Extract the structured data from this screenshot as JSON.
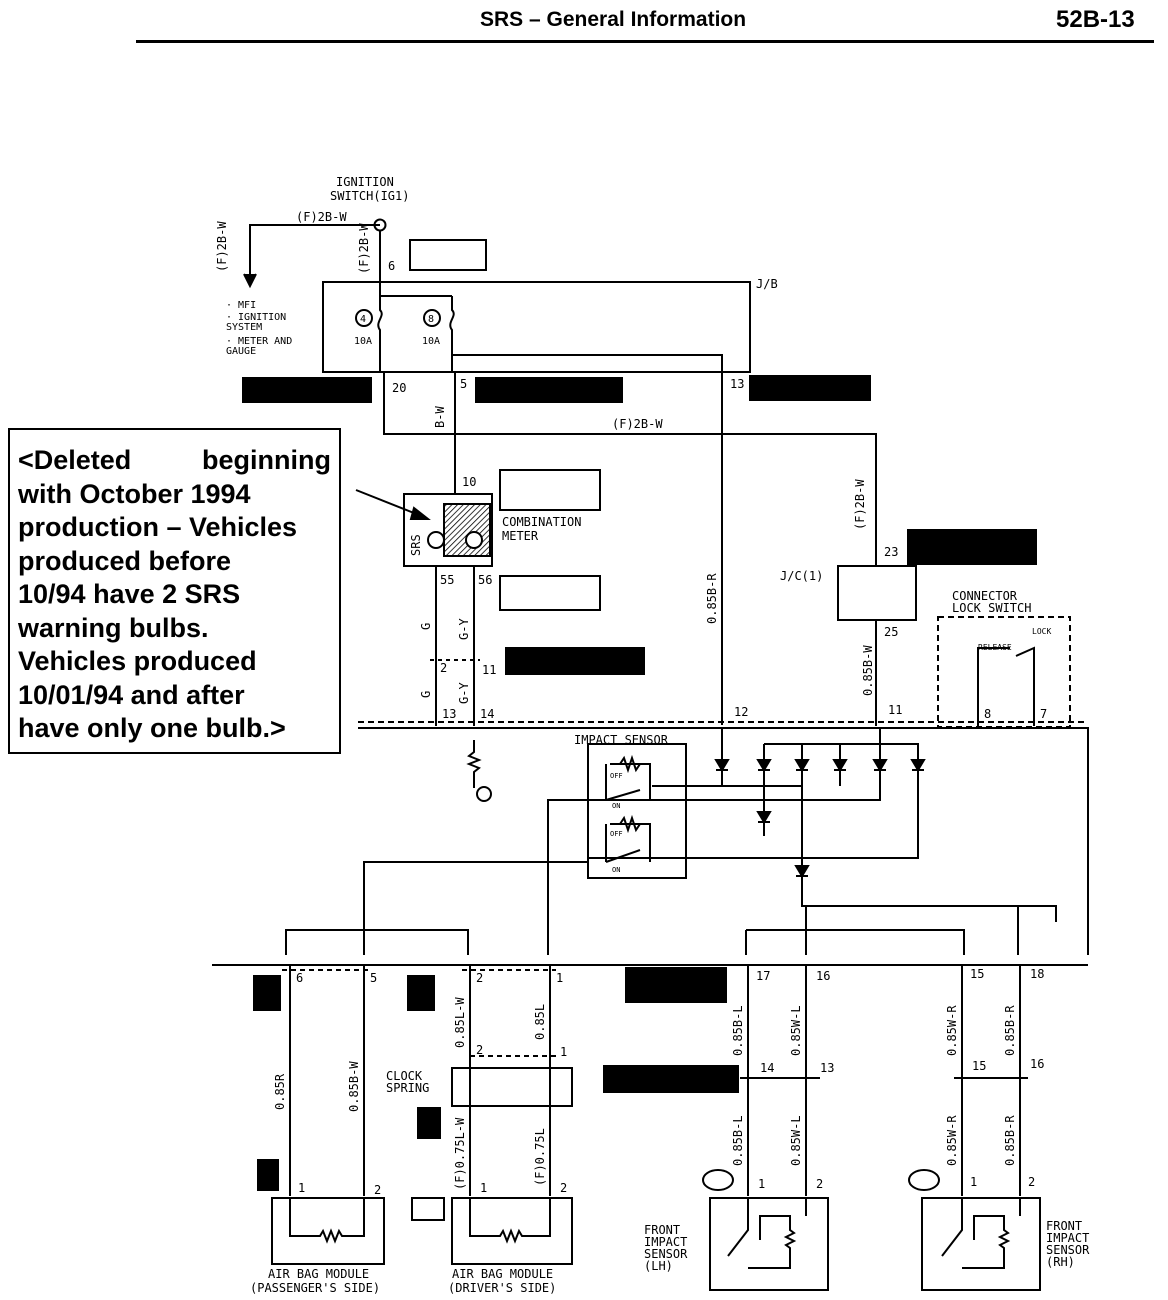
{
  "header": {
    "title": "SRS – General Information",
    "page": "52B-13"
  },
  "note": {
    "lines": [
      "<Deleted  beginning",
      "with October 1994",
      "production – Vehicles",
      "produced before",
      "10/94 have 2 SRS",
      "warning bulbs.",
      "Vehicles produced",
      "10/01/94 and after",
      "have only one bulb.>"
    ]
  },
  "labels": {
    "ignition_switch_1": "IGNITION",
    "ignition_switch_2": "SWITCH(IG1)",
    "wire_f2bw": "(F)2B-W",
    "wire_f2bw_short": "(F)2B-W",
    "dest_1": "· MFI",
    "dest_2": "· IGNITION",
    "dest_3": "  SYSTEM",
    "dest_4": "· METER AND",
    "dest_5": "  GAUGE",
    "jb": "J/B",
    "fuse_4": "4",
    "fuse_8": "8",
    "fuse_10a_a": "10A",
    "fuse_10a_b": "10A",
    "wire_bw": "B-W",
    "combination_meter_1": "COMBINATION",
    "combination_meter_2": "METER",
    "srs": "SRS",
    "jc1": "J/C(1)",
    "connector_lock_1": "CONNECTOR",
    "connector_lock_2": "LOCK SWITCH",
    "lock": "LOCK",
    "release": "RELEASE",
    "wire_g": "G",
    "wire_gy": "G-Y",
    "wire_085br": "0.85B-R",
    "wire_085bw": "0.85B-W",
    "impact_sensor": "IMPACT SENSOR",
    "off": "OFF",
    "on": "ON",
    "clock_spring_1": "CLOCK",
    "clock_spring_2": "SPRING",
    "wire_085r": "0.85R",
    "wire_085lw": "0.85L-W",
    "wire_085l": "0.85L",
    "wire_f075lw": "(F)0.75L-W",
    "wire_f075l": "(F)0.75L",
    "wire_085bl": "0.85B-L",
    "wire_085wl": "0.85W-L",
    "wire_085wr": "0.85W-R",
    "wire_085br2": "0.85B-R",
    "airbag_pass_1": "AIR BAG MODULE",
    "airbag_pass_2": "(PASSENGER'S SIDE)",
    "airbag_drv_1": "AIR BAG MODULE",
    "airbag_drv_2": "(DRIVER'S SIDE)",
    "front_lh_1": "FRONT",
    "front_lh_2": "IMPACT",
    "front_lh_3": "SENSOR",
    "front_lh_4": "(LH)",
    "front_rh_1": "FRONT",
    "front_rh_2": "IMPACT",
    "front_rh_3": "SENSOR",
    "front_rh_4": "(RH)"
  },
  "pins": {
    "p6": "6",
    "p20": "20",
    "p5": "5",
    "p13": "13",
    "p10": "10",
    "p55": "55",
    "p56": "56",
    "p2": "2",
    "p11": "11",
    "p13b": "13",
    "p14": "14",
    "p12": "12",
    "p11b": "11",
    "p23": "23",
    "p25": "25",
    "p8": "8",
    "p7": "7",
    "b6": "6",
    "b5": "5",
    "b2": "2",
    "b1": "1",
    "b17": "17",
    "b16": "16",
    "b15": "15",
    "b18": "18",
    "c2": "2",
    "c1": "1",
    "c14": "14",
    "c13": "13",
    "c15": "15",
    "c16": "16",
    "m1a": "1",
    "m2a": "2",
    "m1b": "1",
    "m2b": "2",
    "m1c": "1",
    "m2c": "2",
    "m1d": "1",
    "m2d": "2"
  }
}
